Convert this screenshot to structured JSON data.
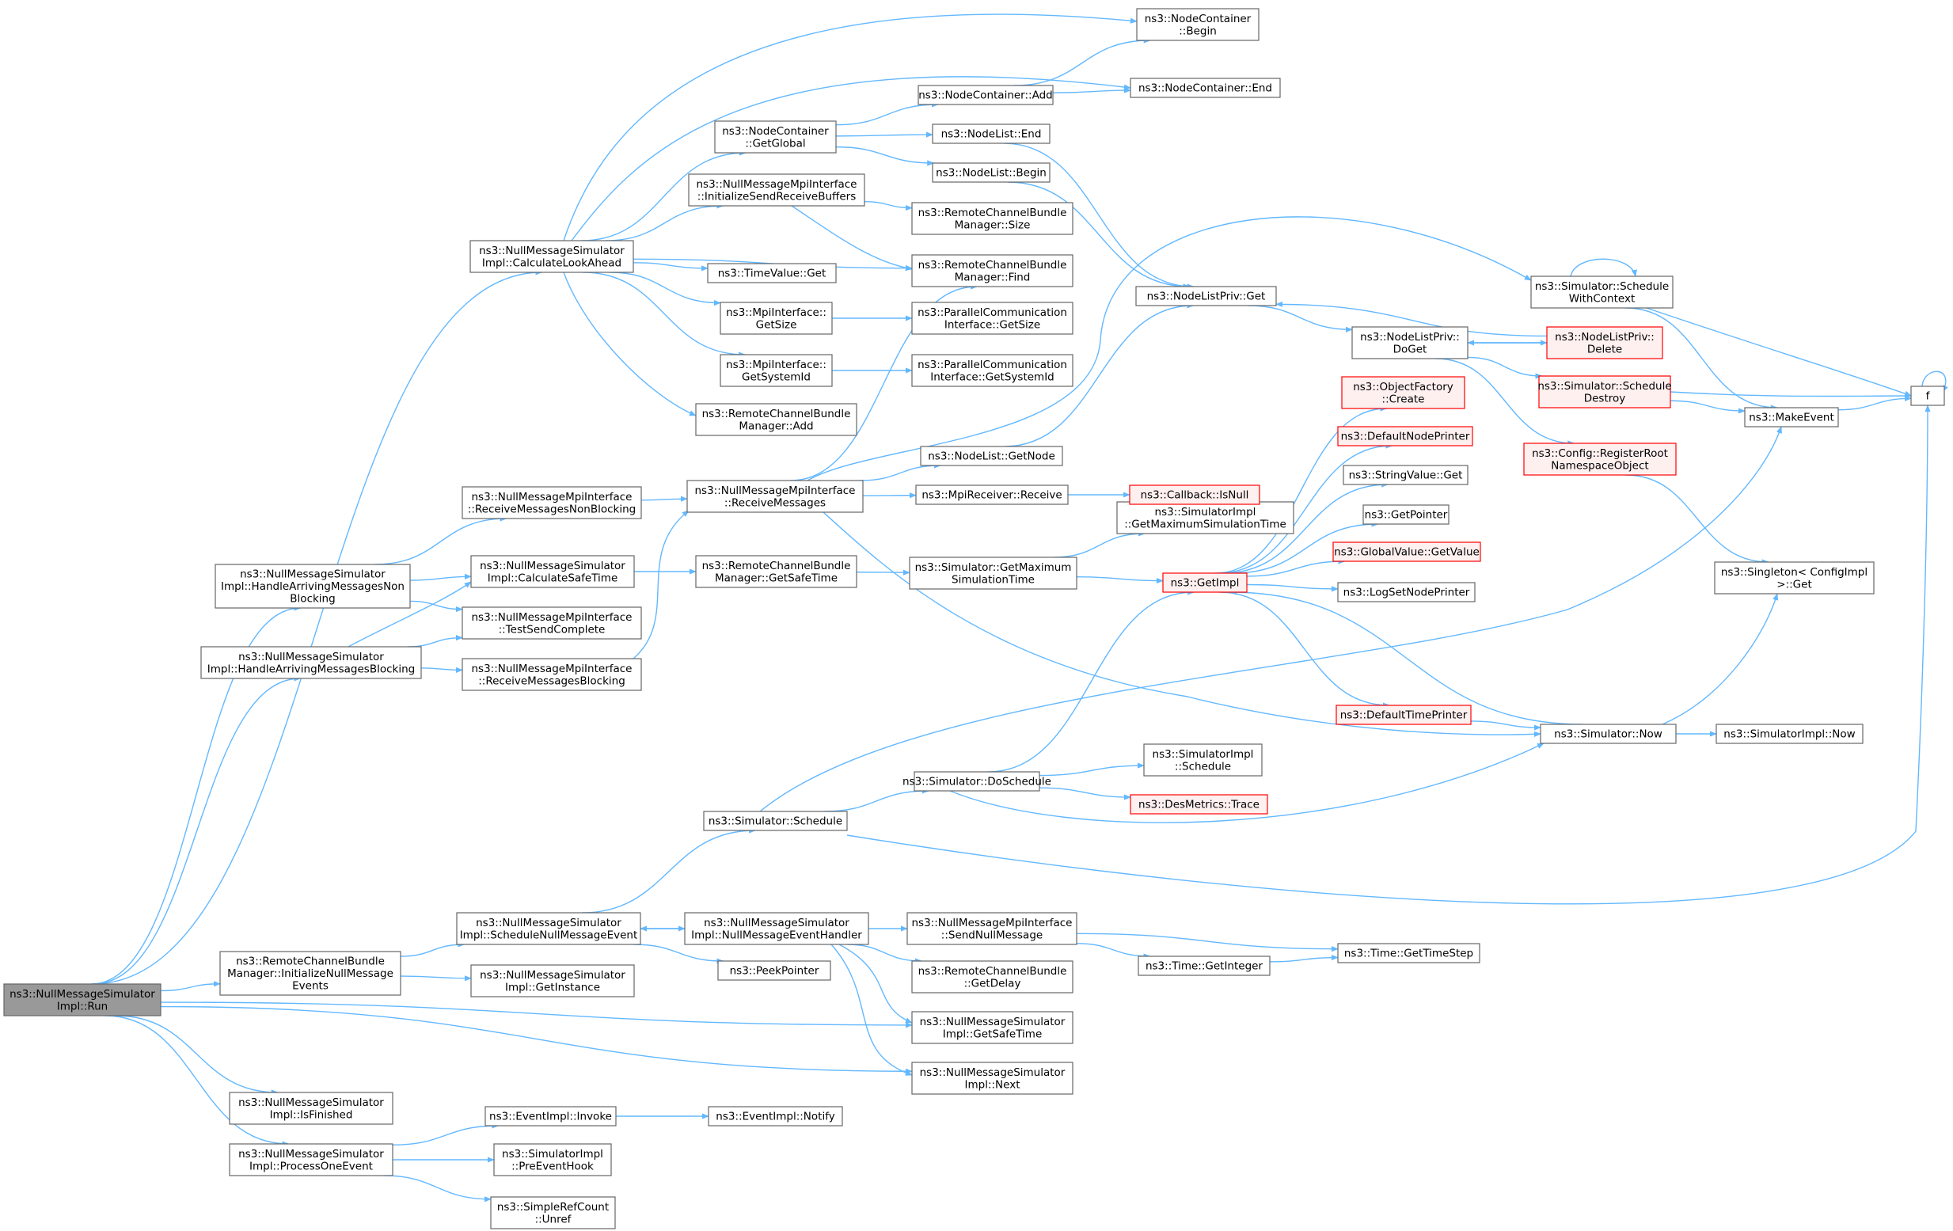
{
  "colors": {
    "edge": "#63b8ff",
    "node_border": "#666666",
    "node_fill": "#ffffff",
    "root_fill": "#999999",
    "truncated_border": "#ff0000",
    "truncated_fill": "#fff0f0",
    "text": "#000000"
  },
  "nodes": [
    {
      "id": "run",
      "label": [
        "ns3::NullMessageSimulator",
        "Impl::Run"
      ],
      "style": "root"
    },
    {
      "id": "calc_la",
      "label": [
        "ns3::NullMessageSimulator",
        "Impl::CalculateLookAhead"
      ]
    },
    {
      "id": "nc_getglobal",
      "label": [
        "ns3::NodeContainer",
        "::GetGlobal"
      ]
    },
    {
      "id": "nc_begin",
      "label": [
        "ns3::NodeContainer",
        "::Begin"
      ]
    },
    {
      "id": "nc_add",
      "label": [
        "ns3::NodeContainer::Add"
      ]
    },
    {
      "id": "nc_end",
      "label": [
        "ns3::NodeContainer::End"
      ]
    },
    {
      "id": "nl_end",
      "label": [
        "ns3::NodeList::End"
      ]
    },
    {
      "id": "nl_begin",
      "label": [
        "ns3::NodeList::Begin"
      ]
    },
    {
      "id": "nmpi_isrb",
      "label": [
        "ns3::NullMessageMpiInterface",
        "::InitializeSendReceiveBuffers"
      ]
    },
    {
      "id": "rcbm_size",
      "label": [
        "ns3::RemoteChannelBundle",
        "Manager::Size"
      ]
    },
    {
      "id": "rcbm_find",
      "label": [
        "ns3::RemoteChannelBundle",
        "Manager::Find"
      ]
    },
    {
      "id": "timevalue_get",
      "label": [
        "ns3::TimeValue::Get"
      ]
    },
    {
      "id": "mpi_getsize",
      "label": [
        "ns3::MpiInterface::",
        "GetSize"
      ]
    },
    {
      "id": "pci_getsize",
      "label": [
        "ns3::ParallelCommunication",
        "Interface::GetSize"
      ]
    },
    {
      "id": "mpi_getsysid",
      "label": [
        "ns3::MpiInterface::",
        "GetSystemId"
      ]
    },
    {
      "id": "pci_getsysid",
      "label": [
        "ns3::ParallelCommunication",
        "Interface::GetSystemId"
      ]
    },
    {
      "id": "rcbm_add",
      "label": [
        "ns3::RemoteChannelBundle",
        "Manager::Add"
      ]
    },
    {
      "id": "nlp_get",
      "label": [
        "ns3::NodeListPriv::Get"
      ]
    },
    {
      "id": "nlp_doget",
      "label": [
        "ns3::NodeListPriv::",
        "DoGet"
      ]
    },
    {
      "id": "nlp_delete",
      "label": [
        "ns3::NodeListPriv::",
        "Delete"
      ],
      "style": "truncated"
    },
    {
      "id": "sim_swc",
      "label": [
        "ns3::Simulator::Schedule",
        "WithContext"
      ]
    },
    {
      "id": "sim_sd",
      "label": [
        "ns3::Simulator::Schedule",
        "Destroy"
      ],
      "style": "truncated"
    },
    {
      "id": "makeevent",
      "label": [
        "ns3::MakeEvent"
      ]
    },
    {
      "id": "f",
      "label": [
        "f"
      ]
    },
    {
      "id": "cfg_rrno",
      "label": [
        "ns3::Config::RegisterRoot",
        "NamespaceObject"
      ],
      "style": "truncated"
    },
    {
      "id": "singleton_get",
      "label": [
        "ns3::Singleton< ConfigImpl",
        " >::Get"
      ]
    },
    {
      "id": "of_create",
      "label": [
        "ns3::ObjectFactory",
        "::Create"
      ],
      "style": "truncated"
    },
    {
      "id": "dnp",
      "label": [
        "ns3::DefaultNodePrinter"
      ],
      "style": "truncated"
    },
    {
      "id": "sv_get",
      "label": [
        "ns3::StringValue::Get"
      ]
    },
    {
      "id": "getpointer",
      "label": [
        "ns3::GetPointer"
      ]
    },
    {
      "id": "gv_getvalue",
      "label": [
        "ns3::GlobalValue::GetValue"
      ],
      "style": "truncated"
    },
    {
      "id": "lsnp",
      "label": [
        "ns3::LogSetNodePrinter"
      ]
    },
    {
      "id": "getimpl",
      "label": [
        "ns3::GetImpl"
      ],
      "style": "truncated"
    },
    {
      "id": "simimpl_gmst",
      "label": [
        "ns3::SimulatorImpl",
        "::GetMaximumSimulationTime"
      ]
    },
    {
      "id": "sim_gmst",
      "label": [
        "ns3::Simulator::GetMaximum",
        "SimulationTime"
      ]
    },
    {
      "id": "nl_getnode",
      "label": [
        "ns3::NodeList::GetNode"
      ]
    },
    {
      "id": "mpir_receive",
      "label": [
        "ns3::MpiReceiver::Receive"
      ]
    },
    {
      "id": "cb_isnull",
      "label": [
        "ns3::Callback::IsNull"
      ],
      "style": "truncated"
    },
    {
      "id": "nmpi_rm",
      "label": [
        "ns3::NullMessageMpiInterface",
        "::ReceiveMessages"
      ]
    },
    {
      "id": "nmpi_rmnb",
      "label": [
        "ns3::NullMessageMpiInterface",
        "::ReceiveMessagesNonBlocking"
      ]
    },
    {
      "id": "calc_st",
      "label": [
        "ns3::NullMessageSimulator",
        "Impl::CalculateSafeTime"
      ]
    },
    {
      "id": "rcbm_gst",
      "label": [
        "ns3::RemoteChannelBundle",
        "Manager::GetSafeTime"
      ]
    },
    {
      "id": "hamnb",
      "label": [
        "ns3::NullMessageSimulator",
        "Impl::HandleArrivingMessagesNon",
        "Blocking"
      ]
    },
    {
      "id": "nmpi_tsc",
      "label": [
        "ns3::NullMessageMpiInterface",
        "::TestSendComplete"
      ]
    },
    {
      "id": "hamb",
      "label": [
        "ns3::NullMessageSimulator",
        "Impl::HandleArrivingMessagesBlocking"
      ]
    },
    {
      "id": "nmpi_rmb",
      "label": [
        "ns3::NullMessageMpiInterface",
        "::ReceiveMessagesBlocking"
      ]
    },
    {
      "id": "dtp",
      "label": [
        "ns3::DefaultTimePrinter"
      ],
      "style": "truncated"
    },
    {
      "id": "sim_now",
      "label": [
        "ns3::Simulator::Now"
      ]
    },
    {
      "id": "simimpl_now",
      "label": [
        "ns3::SimulatorImpl::Now"
      ]
    },
    {
      "id": "simimpl_schedule",
      "label": [
        "ns3::SimulatorImpl",
        "::Schedule"
      ]
    },
    {
      "id": "sim_doschedule",
      "label": [
        "ns3::Simulator::DoSchedule"
      ]
    },
    {
      "id": "desm_trace",
      "label": [
        "ns3::DesMetrics::Trace"
      ],
      "style": "truncated"
    },
    {
      "id": "sim_schedule",
      "label": [
        "ns3::Simulator::Schedule"
      ]
    },
    {
      "id": "rcbm_inme",
      "label": [
        "ns3::RemoteChannelBundle",
        "Manager::InitializeNullMessage",
        "Events"
      ]
    },
    {
      "id": "snme",
      "label": [
        "ns3::NullMessageSimulator",
        "Impl::ScheduleNullMessageEvent"
      ]
    },
    {
      "id": "geti",
      "label": [
        "ns3::NullMessageSimulator",
        "Impl::GetInstance"
      ]
    },
    {
      "id": "nmeh",
      "label": [
        "ns3::NullMessageSimulator",
        "Impl::NullMessageEventHandler"
      ]
    },
    {
      "id": "peekpointer",
      "label": [
        "ns3::PeekPointer"
      ]
    },
    {
      "id": "nmpi_snm",
      "label": [
        "ns3::NullMessageMpiInterface",
        "::SendNullMessage"
      ]
    },
    {
      "id": "time_gi",
      "label": [
        "ns3::Time::GetInteger"
      ]
    },
    {
      "id": "time_gts",
      "label": [
        "ns3::Time::GetTimeStep"
      ]
    },
    {
      "id": "rcb_getdelay",
      "label": [
        "ns3::RemoteChannelBundle",
        "::GetDelay"
      ]
    },
    {
      "id": "nms_getsafetime",
      "label": [
        "ns3::NullMessageSimulator",
        "Impl::GetSafeTime"
      ]
    },
    {
      "id": "nms_next",
      "label": [
        "ns3::NullMessageSimulator",
        "Impl::Next"
      ]
    },
    {
      "id": "isfinished",
      "label": [
        "ns3::NullMessageSimulator",
        "Impl::IsFinished"
      ]
    },
    {
      "id": "poe",
      "label": [
        "ns3::NullMessageSimulator",
        "Impl::ProcessOneEvent"
      ]
    },
    {
      "id": "ei_invoke",
      "label": [
        "ns3::EventImpl::Invoke"
      ]
    },
    {
      "id": "ei_notify",
      "label": [
        "ns3::EventImpl::Notify"
      ]
    },
    {
      "id": "simimpl_peh",
      "label": [
        "ns3::SimulatorImpl",
        "::PreEventHook"
      ]
    },
    {
      "id": "src_unref",
      "label": [
        "ns3::SimpleRefCount",
        "::Unref"
      ]
    }
  ],
  "edges": [
    [
      "run",
      "calc_la"
    ],
    [
      "run",
      "hamnb"
    ],
    [
      "run",
      "hamb"
    ],
    [
      "run",
      "rcbm_inme"
    ],
    [
      "run",
      "nms_getsafetime"
    ],
    [
      "run",
      "nms_next"
    ],
    [
      "run",
      "isfinished"
    ],
    [
      "run",
      "poe"
    ],
    [
      "calc_la",
      "nc_begin"
    ],
    [
      "calc_la",
      "nc_end"
    ],
    [
      "calc_la",
      "nc_getglobal"
    ],
    [
      "calc_la",
      "nmpi_isrb"
    ],
    [
      "calc_la",
      "rcbm_find"
    ],
    [
      "calc_la",
      "timevalue_get"
    ],
    [
      "calc_la",
      "mpi_getsize"
    ],
    [
      "calc_la",
      "mpi_getsysid"
    ],
    [
      "calc_la",
      "rcbm_add"
    ],
    [
      "nc_getglobal",
      "nc_add"
    ],
    [
      "nc_getglobal",
      "nl_end"
    ],
    [
      "nc_getglobal",
      "nl_begin"
    ],
    [
      "nc_add",
      "nc_begin"
    ],
    [
      "nc_add",
      "nc_end"
    ],
    [
      "nl_end",
      "nlp_get"
    ],
    [
      "nl_begin",
      "nlp_get"
    ],
    [
      "nmpi_isrb",
      "rcbm_size"
    ],
    [
      "nmpi_isrb",
      "rcbm_find"
    ],
    [
      "mpi_getsize",
      "pci_getsize"
    ],
    [
      "mpi_getsysid",
      "pci_getsysid"
    ],
    [
      "nlp_get",
      "nlp_doget"
    ],
    [
      "nlp_doget",
      "nlp_delete"
    ],
    [
      "nlp_doget",
      "sim_sd"
    ],
    [
      "nlp_doget",
      "cfg_rrno"
    ],
    [
      "nlp_delete",
      "nlp_get"
    ],
    [
      "nlp_delete",
      "nlp_doget"
    ],
    [
      "sim_swc",
      "sim_swc"
    ],
    [
      "sim_swc",
      "makeevent"
    ],
    [
      "sim_swc",
      "f"
    ],
    [
      "sim_sd",
      "makeevent"
    ],
    [
      "sim_sd",
      "f"
    ],
    [
      "makeevent",
      "f"
    ],
    [
      "f",
      "f"
    ],
    [
      "cfg_rrno",
      "singleton_get"
    ],
    [
      "getimpl",
      "of_create"
    ],
    [
      "getimpl",
      "dnp"
    ],
    [
      "getimpl",
      "sv_get"
    ],
    [
      "getimpl",
      "getpointer"
    ],
    [
      "getimpl",
      "gv_getvalue"
    ],
    [
      "getimpl",
      "lsnp"
    ],
    [
      "getimpl",
      "dtp"
    ],
    [
      "sim_gmst",
      "simimpl_gmst"
    ],
    [
      "sim_gmst",
      "getimpl"
    ],
    [
      "nl_getnode",
      "nlp_get"
    ],
    [
      "mpir_receive",
      "cb_isnull"
    ],
    [
      "nmpi_rm",
      "rcbm_find"
    ],
    [
      "nmpi_rm",
      "sim_swc"
    ],
    [
      "nmpi_rm",
      "nl_getnode"
    ],
    [
      "nmpi_rm",
      "mpir_receive"
    ],
    [
      "nmpi_rm",
      "sim_now"
    ],
    [
      "nmpi_rmnb",
      "nmpi_rm"
    ],
    [
      "calc_st",
      "rcbm_gst"
    ],
    [
      "rcbm_gst",
      "sim_gmst"
    ],
    [
      "hamnb",
      "nmpi_rmnb"
    ],
    [
      "hamnb",
      "calc_st"
    ],
    [
      "hamnb",
      "nmpi_tsc"
    ],
    [
      "hamb",
      "calc_st"
    ],
    [
      "hamb",
      "nmpi_tsc"
    ],
    [
      "hamb",
      "nmpi_rmb"
    ],
    [
      "nmpi_rmb",
      "nmpi_rm"
    ],
    [
      "dtp",
      "sim_now"
    ],
    [
      "sim_now",
      "getimpl"
    ],
    [
      "sim_now",
      "simimpl_now"
    ],
    [
      "sim_now",
      "singleton_get"
    ],
    [
      "sim_doschedule",
      "simimpl_schedule"
    ],
    [
      "sim_doschedule",
      "desm_trace"
    ],
    [
      "sim_doschedule",
      "getimpl"
    ],
    [
      "sim_doschedule",
      "sim_now"
    ],
    [
      "sim_schedule",
      "sim_doschedule"
    ],
    [
      "sim_schedule",
      "makeevent"
    ],
    [
      "sim_schedule",
      "f"
    ],
    [
      "rcbm_inme",
      "snme"
    ],
    [
      "rcbm_inme",
      "geti"
    ],
    [
      "snme",
      "sim_schedule"
    ],
    [
      "snme",
      "nmeh"
    ],
    [
      "snme",
      "peekpointer"
    ],
    [
      "nmeh",
      "snme"
    ],
    [
      "nmeh",
      "nmpi_snm"
    ],
    [
      "nmeh",
      "rcb_getdelay"
    ],
    [
      "nmeh",
      "nms_getsafetime"
    ],
    [
      "nmeh",
      "nms_next"
    ],
    [
      "nmpi_snm",
      "time_gi"
    ],
    [
      "nmpi_snm",
      "time_gts"
    ],
    [
      "time_gi",
      "time_gts"
    ],
    [
      "poe",
      "ei_invoke"
    ],
    [
      "poe",
      "simimpl_peh"
    ],
    [
      "poe",
      "src_unref"
    ],
    [
      "ei_invoke",
      "ei_notify"
    ]
  ]
}
